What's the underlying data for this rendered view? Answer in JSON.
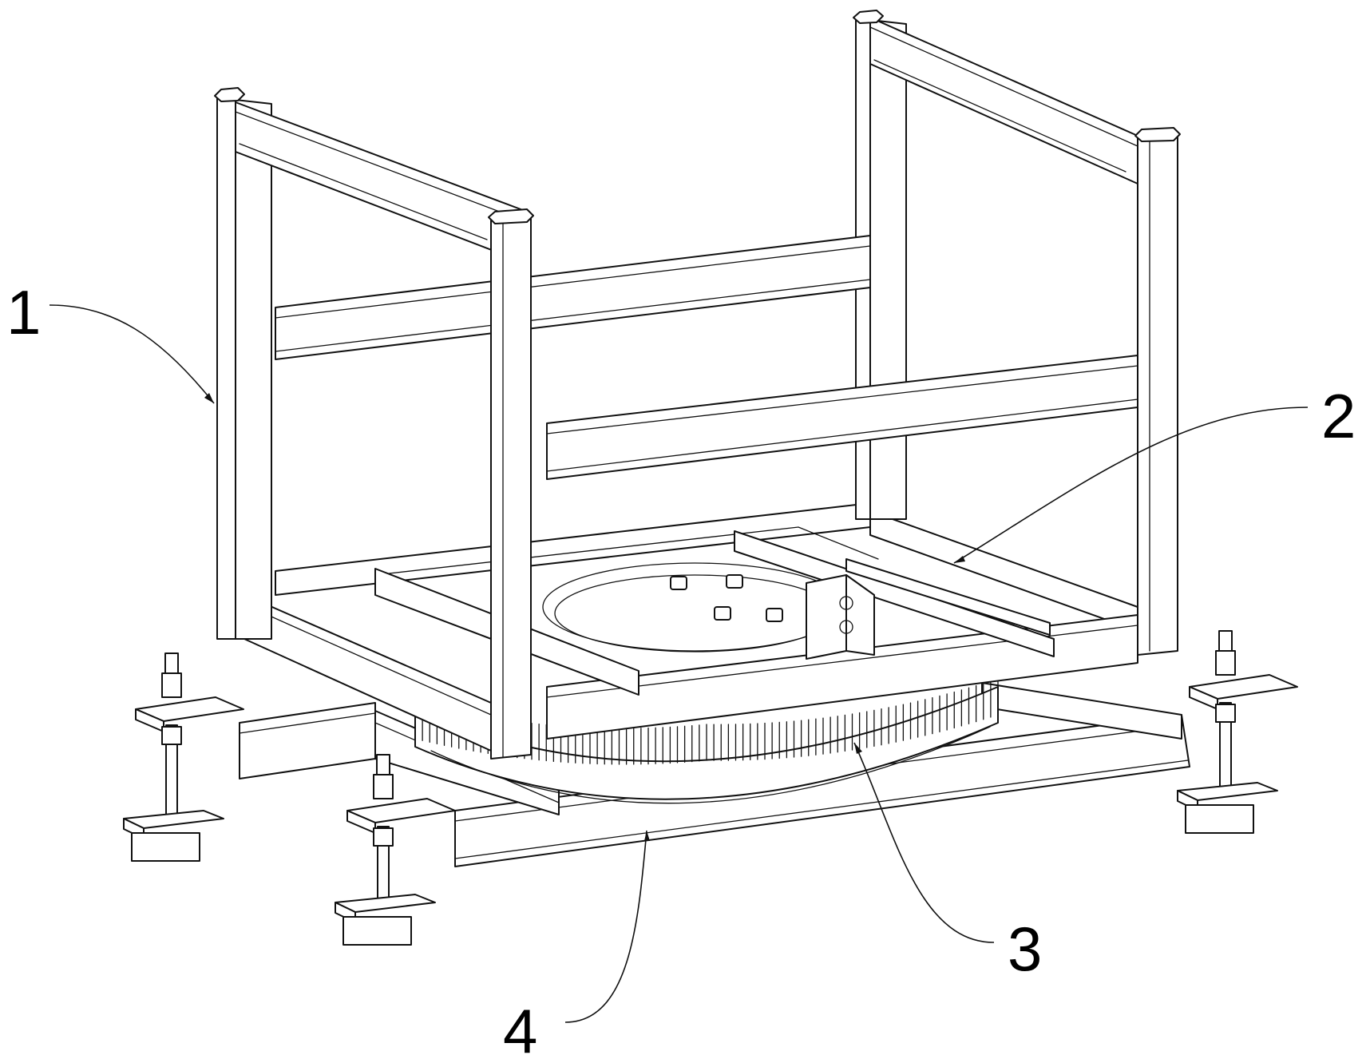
{
  "figure": {
    "callouts": [
      {
        "id": "1",
        "label": "1",
        "part": "frame"
      },
      {
        "id": "2",
        "label": "2",
        "part": "cross-beam"
      },
      {
        "id": "3",
        "label": "3",
        "part": "gear-ring"
      },
      {
        "id": "4",
        "label": "4",
        "part": "base"
      }
    ]
  },
  "colors": {
    "line": "#111111",
    "background": "#ffffff"
  }
}
